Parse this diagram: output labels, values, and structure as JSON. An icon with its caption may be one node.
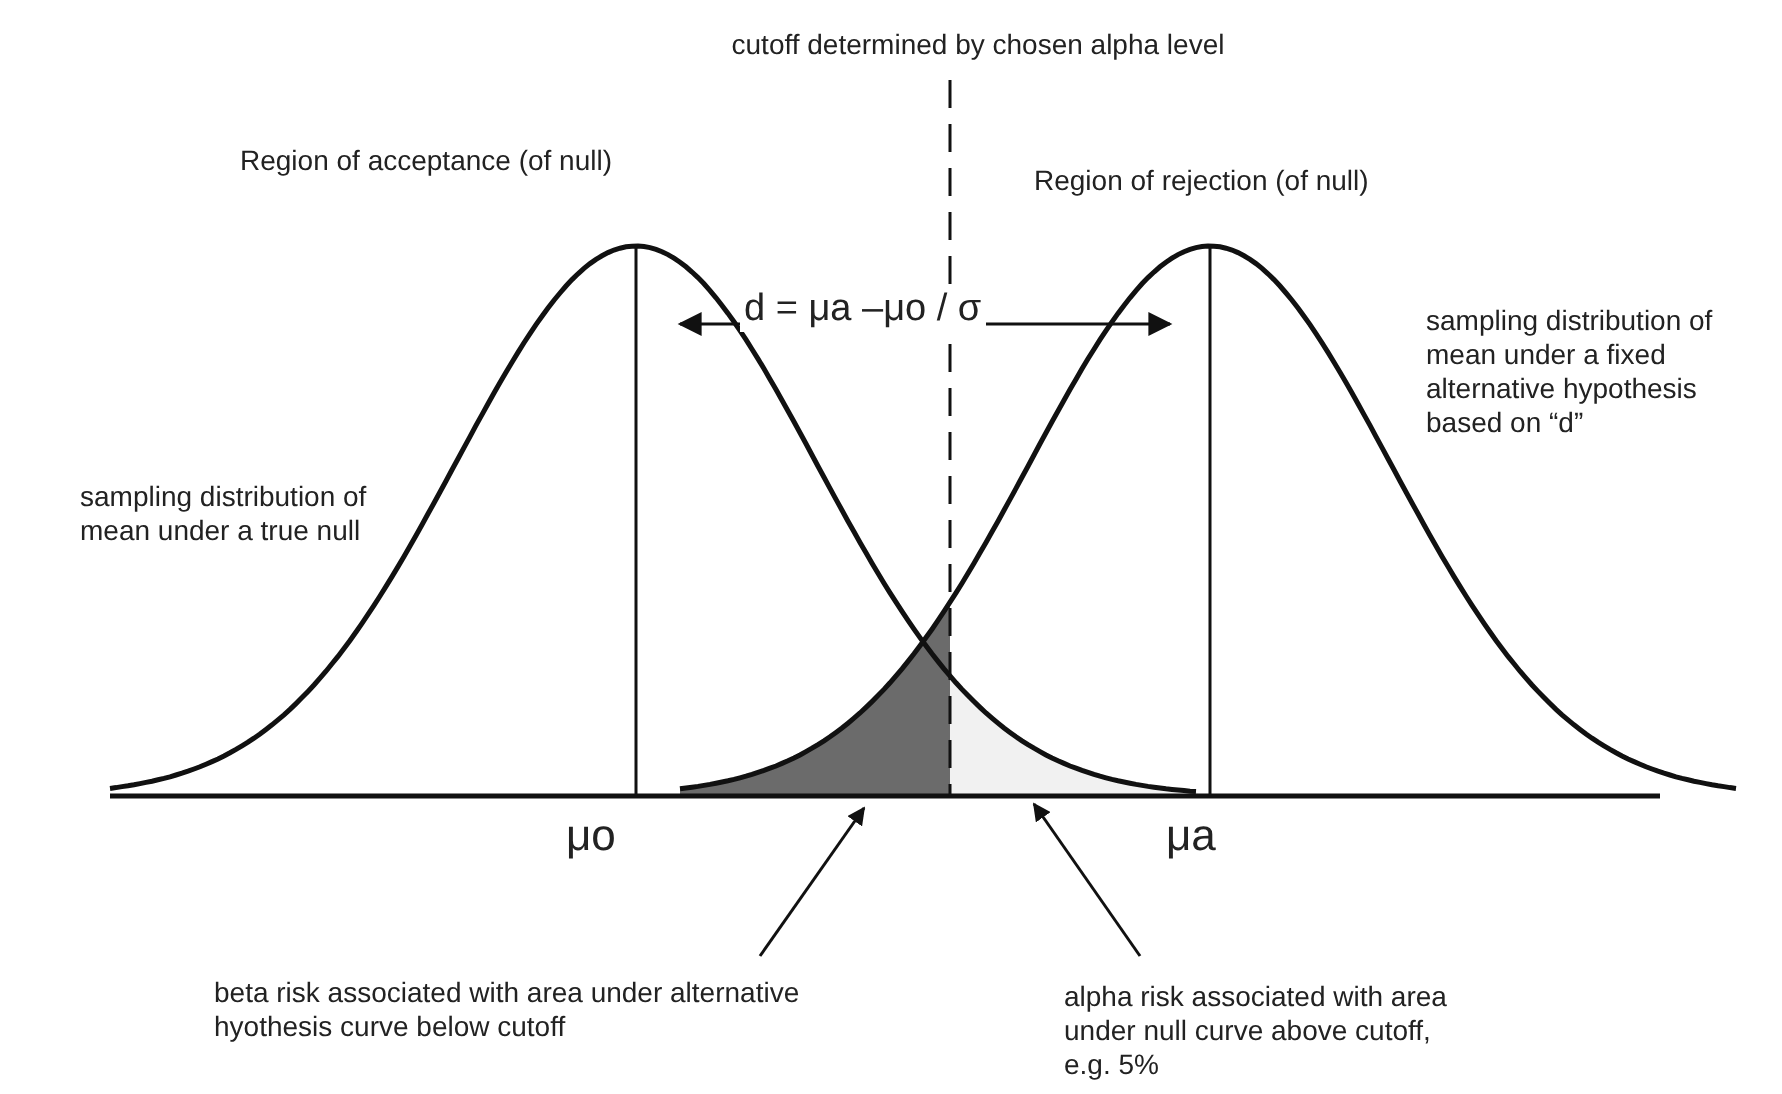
{
  "diagram": {
    "nodes": [
      {
        "text": [
          "beta risk associated with area under alternative hyothesis curve below cutoff"
        ]
      },
      {
        "text": [],
        "shape": "region"
      },
      {
        "text": [
          "alpha risk associated with area under null curve above cutoff, e.g. 5%"
        ]
      },
      {
        "text": [],
        "shape": "region"
      }
    ],
    "edges": [
      {
        "from": 0,
        "to": 1,
        "arrow": "to"
      },
      {
        "from": 2,
        "to": 3,
        "arrow": "to"
      }
    ],
    "labels": [
      "cutoff determined by chosen alpha level",
      "Region of acceptance (of null)",
      "Region of rejection (of null)",
      "d = μa –μo / σ",
      "sampling distribution of mean under a true null",
      "sampling distribution of mean under a fixed alternative hypothesis based on “d”",
      "μo",
      "μa"
    ]
  }
}
